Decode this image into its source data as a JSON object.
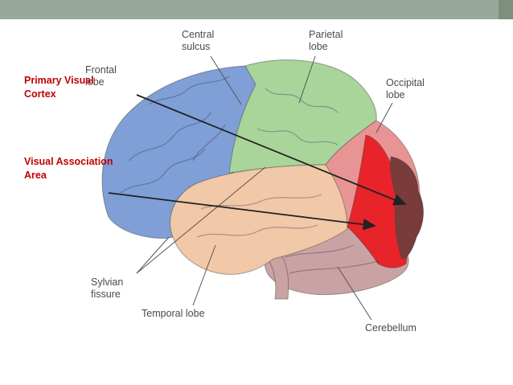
{
  "colors": {
    "topbar": "#97a99a",
    "topbar_accent": "#7d907f",
    "frontal": "#7f9fd6",
    "parietal": "#a9d49a",
    "temporal": "#f1c8a8",
    "occipital": "#e89494",
    "cerebellum": "#c9a3a3",
    "visual_association": "#e8232a",
    "primary_visual": "#7a3b3b",
    "callout_text": "#c00000",
    "label_text": "#4a4a4a",
    "arrow": "#222222"
  },
  "labels": {
    "central_sulcus": "Central\nsulcus",
    "parietal_lobe": "Parietal\nlobe",
    "frontal_lobe": "Frontal\nlobe",
    "occipital_lobe": "Occipital\nlobe",
    "sylvian_fissure": "Sylvian\nfissure",
    "temporal_lobe": "Temporal lobe",
    "cerebellum": "Cerebellum"
  },
  "callouts": {
    "primary_visual_cortex": "Primary Visual\nCortex",
    "visual_association_area": "Visual Association\nArea"
  }
}
